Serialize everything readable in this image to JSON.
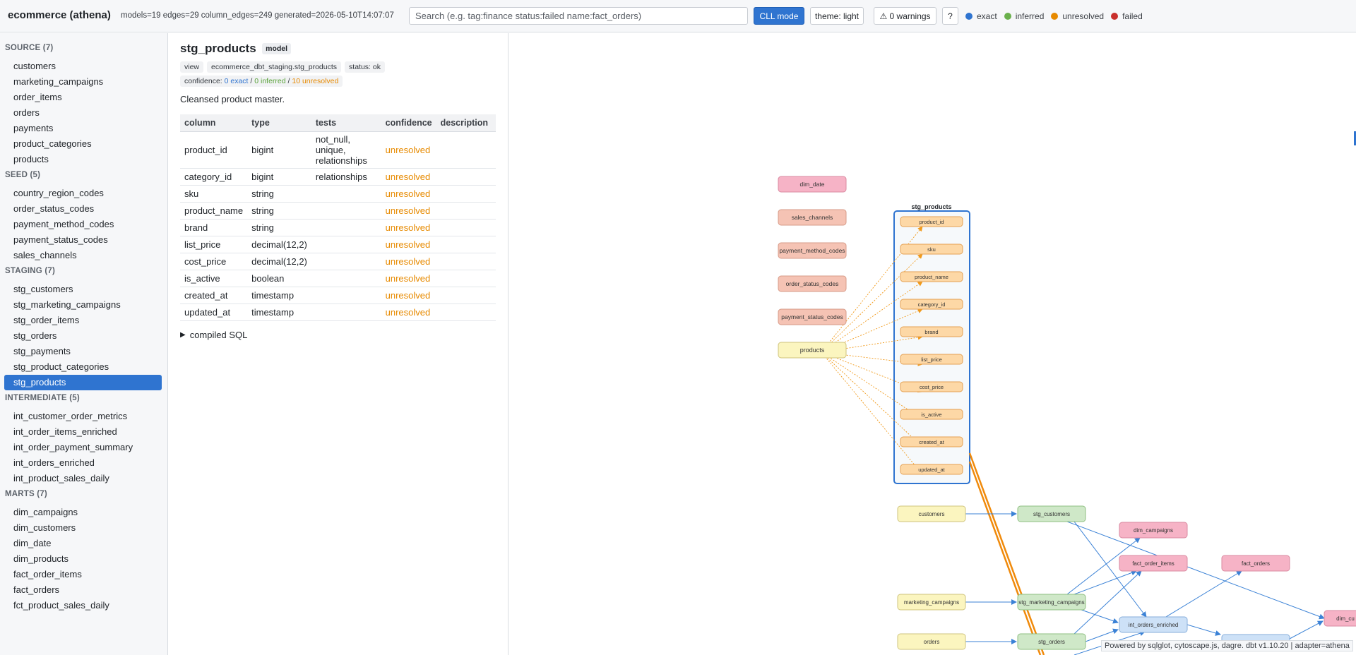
{
  "header": {
    "app_title": "ecommerce (athena)",
    "meta": "models=19 edges=29 column_edges=249 generated=2026-05-10T14:07:07",
    "search_placeholder": "Search (e.g. tag:finance status:failed name:fact_orders)",
    "cll_button": "CLL mode",
    "theme_button": "theme: light",
    "warnings_button": "⚠ 0 warnings",
    "help_button": "?",
    "legend": [
      {
        "label": "exact",
        "color": "#2f74d0"
      },
      {
        "label": "inferred",
        "color": "#6ab04c"
      },
      {
        "label": "unresolved",
        "color": "#e78a00"
      },
      {
        "label": "failed",
        "color": "#c9302c"
      }
    ]
  },
  "sidebar": {
    "groups": [
      {
        "title": "SOURCE (7)",
        "items": [
          "customers",
          "marketing_campaigns",
          "order_items",
          "orders",
          "payments",
          "product_categories",
          "products"
        ]
      },
      {
        "title": "SEED (5)",
        "items": [
          "country_region_codes",
          "order_status_codes",
          "payment_method_codes",
          "payment_status_codes",
          "sales_channels"
        ]
      },
      {
        "title": "STAGING (7)",
        "items": [
          "stg_customers",
          "stg_marketing_campaigns",
          "stg_order_items",
          "stg_orders",
          "stg_payments",
          "stg_product_categories",
          "stg_products"
        ]
      },
      {
        "title": "INTERMEDIATE (5)",
        "items": [
          "int_customer_order_metrics",
          "int_order_items_enriched",
          "int_order_payment_summary",
          "int_orders_enriched",
          "int_product_sales_daily"
        ]
      },
      {
        "title": "MARTS (7)",
        "items": [
          "dim_campaigns",
          "dim_customers",
          "dim_date",
          "dim_products",
          "fact_order_items",
          "fact_orders",
          "fct_product_sales_daily"
        ]
      }
    ],
    "selected": "stg_products"
  },
  "detail": {
    "name": "stg_products",
    "kind": "model",
    "tags": [
      "view",
      "ecommerce_dbt_staging.stg_products",
      "status: ok"
    ],
    "confidence_prefix": "confidence: ",
    "confidence_exact": "0 exact",
    "confidence_sep1": " / ",
    "confidence_inferred": "0 inferred",
    "confidence_sep2": " / ",
    "confidence_unresolved": "10 unresolved",
    "description": "Cleansed product master.",
    "table_headers": [
      "column",
      "type",
      "tests",
      "confidence",
      "description"
    ],
    "columns": [
      {
        "name": "product_id",
        "type": "bigint",
        "tests": "not_null, unique, relationships",
        "confidence": "unresolved",
        "description": ""
      },
      {
        "name": "category_id",
        "type": "bigint",
        "tests": "relationships",
        "confidence": "unresolved",
        "description": ""
      },
      {
        "name": "sku",
        "type": "string",
        "tests": "",
        "confidence": "unresolved",
        "description": ""
      },
      {
        "name": "product_name",
        "type": "string",
        "tests": "",
        "confidence": "unresolved",
        "description": ""
      },
      {
        "name": "brand",
        "type": "string",
        "tests": "",
        "confidence": "unresolved",
        "description": ""
      },
      {
        "name": "list_price",
        "type": "decimal(12,2)",
        "tests": "",
        "confidence": "unresolved",
        "description": ""
      },
      {
        "name": "cost_price",
        "type": "decimal(12,2)",
        "tests": "",
        "confidence": "unresolved",
        "description": ""
      },
      {
        "name": "is_active",
        "type": "boolean",
        "tests": "",
        "confidence": "unresolved",
        "description": ""
      },
      {
        "name": "created_at",
        "type": "timestamp",
        "tests": "",
        "confidence": "unresolved",
        "description": ""
      },
      {
        "name": "updated_at",
        "type": "timestamp",
        "tests": "",
        "confidence": "unresolved",
        "description": ""
      }
    ],
    "sql_toggle": "compiled SQL"
  },
  "graph": {
    "compound_title": "stg_products",
    "compound_columns": [
      "product_id",
      "sku",
      "product_name",
      "category_id",
      "brand",
      "list_price",
      "cost_price",
      "is_active",
      "created_at",
      "updated_at"
    ],
    "seed_nodes": [
      "dim_date",
      "sales_channels",
      "payment_method_codes",
      "order_status_codes",
      "payment_status_codes"
    ],
    "source_node": "products",
    "lower_nodes": [
      "customers",
      "stg_customers",
      "dim_campaigns",
      "fact_order_items",
      "fact_orders",
      "marketing_campaigns",
      "stg_marketing_campaigns",
      "int_orders_enriched",
      "orders",
      "stg_orders",
      "dim_cu"
    ],
    "footer": "Powered by sqlglot, cytoscape.js, dagre. dbt v1.10.20 | adapter=athena"
  }
}
